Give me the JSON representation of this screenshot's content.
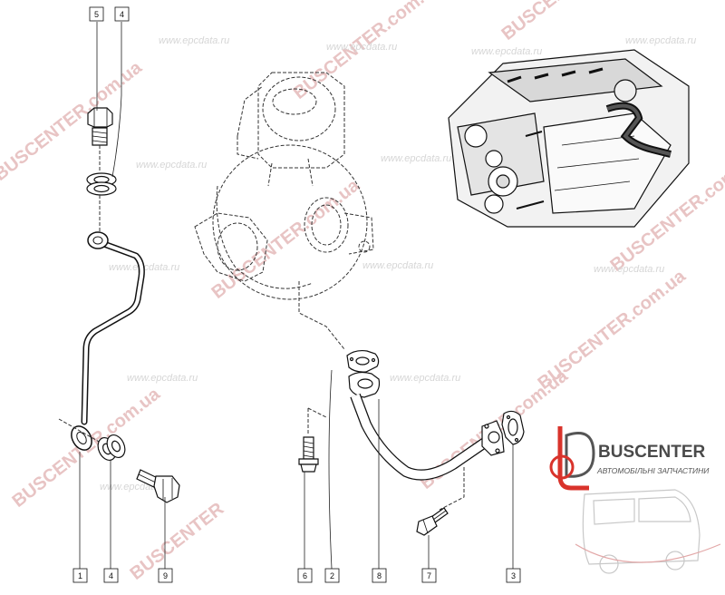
{
  "callouts": [
    {
      "id": "c5a",
      "label": "5"
    },
    {
      "id": "c4a",
      "label": "4"
    },
    {
      "id": "c1",
      "label": "1"
    },
    {
      "id": "c4b",
      "label": "4"
    },
    {
      "id": "c9",
      "label": "9"
    },
    {
      "id": "c6",
      "label": "6"
    },
    {
      "id": "c2",
      "label": "2"
    },
    {
      "id": "c8",
      "label": "8"
    },
    {
      "id": "c7",
      "label": "7"
    },
    {
      "id": "c3",
      "label": "3"
    }
  ],
  "watermarks": {
    "brand": "BUSCENTER",
    "brand_domain": "BUSCENTER.com.ua",
    "epc": "www.epcdata.ru"
  },
  "logo": {
    "name": "BUSCENTER",
    "tagline": "АВТОМОБІЛЬНІ ЗАПЧАСТИНИ",
    "brand_color": "#d9332b"
  }
}
